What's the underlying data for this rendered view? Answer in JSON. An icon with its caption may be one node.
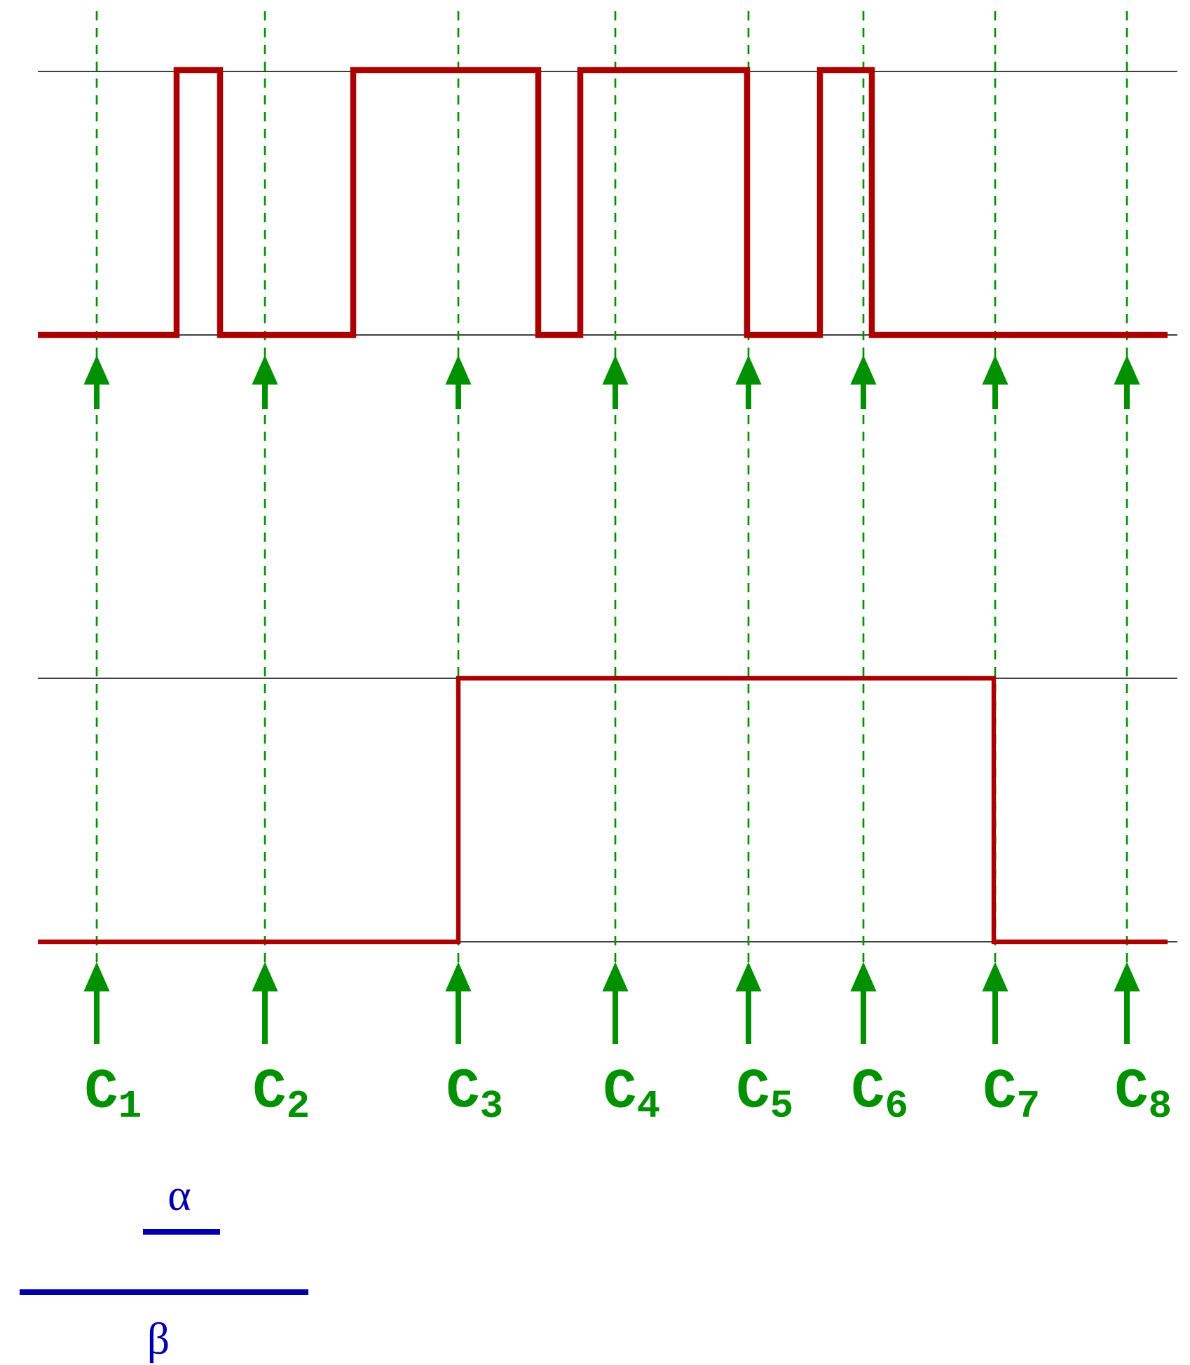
{
  "diagram": {
    "labels": [
      "C$_{1}$",
      "C$_{2}$",
      "C$_{3}$",
      "C$_{4}$",
      "C$_{5}$",
      "C$_{6}$",
      "C$_{7}$",
      "C$_{8}$",
      "α",
      "β"
    ]
  }
}
